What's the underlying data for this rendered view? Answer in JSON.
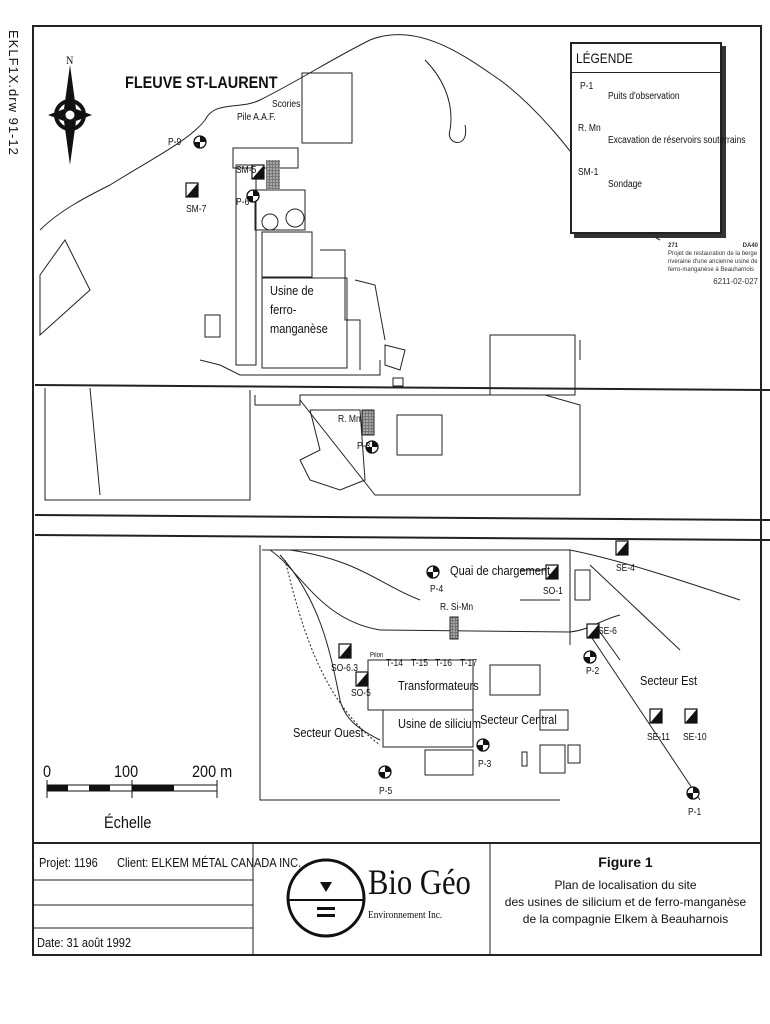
{
  "margin_note": "EKLF1X.drw 91-12",
  "north_label": "N",
  "river_label": "FLEUVE ST-LAURENT",
  "legend": {
    "title": "LÉGENDE",
    "items": [
      {
        "code": "P-1",
        "label": "Puits d'observation",
        "icon": "observation-well-icon"
      },
      {
        "code": "R. Mn",
        "label": "Excavation de réservoirs souterrains",
        "icon": "excavation-icon"
      },
      {
        "code": "SM-1",
        "label": "Sondage",
        "icon": "borehole-icon"
      }
    ]
  },
  "info": {
    "number": "271",
    "code": "DA40",
    "text": "Projet de restauration de la berge riveraine d'une ancienne usine de ferro-manganèse à Beauharnois",
    "ref": "6211-02-027"
  },
  "map_labels": {
    "scories": "Scories",
    "pile_aaf": "Pile A.A.F.",
    "p9": "P-9",
    "sm7": "SM-7",
    "sm5": "SM-5",
    "p6": "P-6",
    "usine_fm_1": "Usine de",
    "usine_fm_2": "ferro-",
    "usine_fm_3": "manganèse",
    "rmn": "R. Mn",
    "p8": "P-8",
    "quai": "Quai de chargement",
    "p4": "P-4",
    "so1": "SO-1",
    "se4": "SE-4",
    "rsimn": "R. Si-Mn",
    "se6": "SE-6",
    "p2": "P-2",
    "secteur_est": "Secteur Est",
    "pilon": "Pilon",
    "t14": "T-14",
    "t15": "T-15",
    "t16": "T-16",
    "t17": "T-17",
    "transformateurs": "Transformateurs",
    "so63": "SO-6.3",
    "so5": "SO-5",
    "usine_si": "Usine de silicium",
    "secteur_central": "Secteur Central",
    "secteur_ouest": "Secteur Ouest",
    "p3": "P-3",
    "p5": "P-5",
    "se11": "SE-11",
    "se10": "SE-10",
    "p1": "P-1"
  },
  "scale": {
    "tick0": "0",
    "tick100": "100",
    "tick200": "200 m",
    "label": "Échelle"
  },
  "title_block": {
    "project": "Projet: 1196",
    "client": "Client: ELKEM MÉTAL CANADA INC.",
    "date": "Date: 31 août 1992",
    "company": "Bio Géo",
    "company_sub": "Environnement Inc.",
    "figure": "Figure 1",
    "caption_1": "Plan de localisation du site",
    "caption_2": "des usines de silicium et de ferro-manganèse",
    "caption_3": "de la compagnie Elkem à Beauharnois"
  }
}
